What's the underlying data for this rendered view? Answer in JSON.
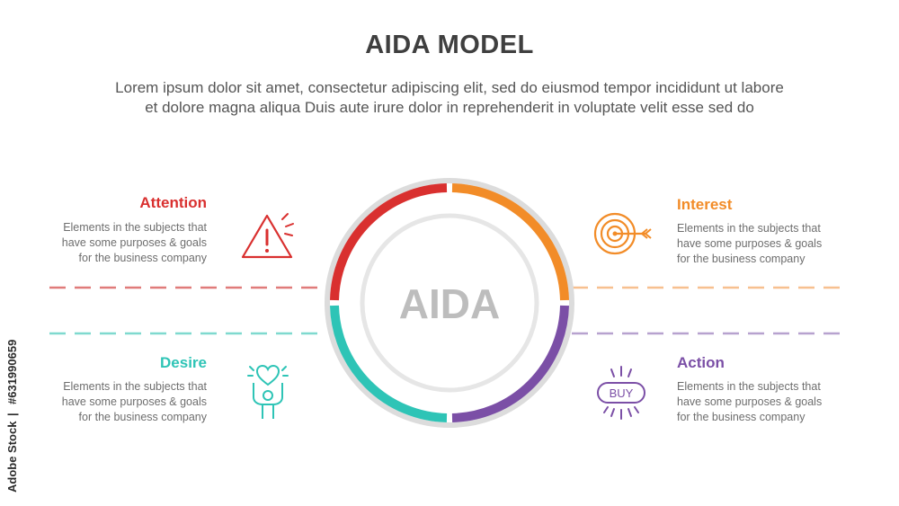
{
  "header": {
    "title": "AIDA MODEL",
    "subtitle_line1": "Lorem ipsum dolor sit amet, consectetur adipiscing elit, sed do eiusmod tempor incididunt ut labore",
    "subtitle_line2": "et dolore magna aliqua Duis aute irure dolor in reprehenderit in voluptate velit esse sed do"
  },
  "center": {
    "label": "AIDA"
  },
  "sections": {
    "attention": {
      "title": "Attention",
      "lines": [
        "Elements in the subjects that",
        "have  some purposes & goals",
        "for the  business company"
      ],
      "color": "#d9302f",
      "icon": "warning-icon"
    },
    "interest": {
      "title": "Interest",
      "lines": [
        "Elements in the subjects that",
        "have  some purposes & goals",
        "for the  business company"
      ],
      "color": "#f28c28",
      "icon": "target-icon"
    },
    "desire": {
      "title": "Desire",
      "lines": [
        "Elements in the subjects that",
        "have  some purposes & goals",
        "for the  business company"
      ],
      "color": "#2ec4b6",
      "icon": "heart-hands-icon"
    },
    "action": {
      "title": "Action",
      "lines": [
        "Elements in the subjects that",
        "have  some purposes & goals",
        "for the  business company"
      ],
      "color": "#7b4fa6",
      "icon": "buy-button-icon",
      "icon_text": "BUY"
    }
  },
  "watermark": {
    "brand": "Adobe Stock",
    "separator": "|",
    "id": "#631990659"
  }
}
